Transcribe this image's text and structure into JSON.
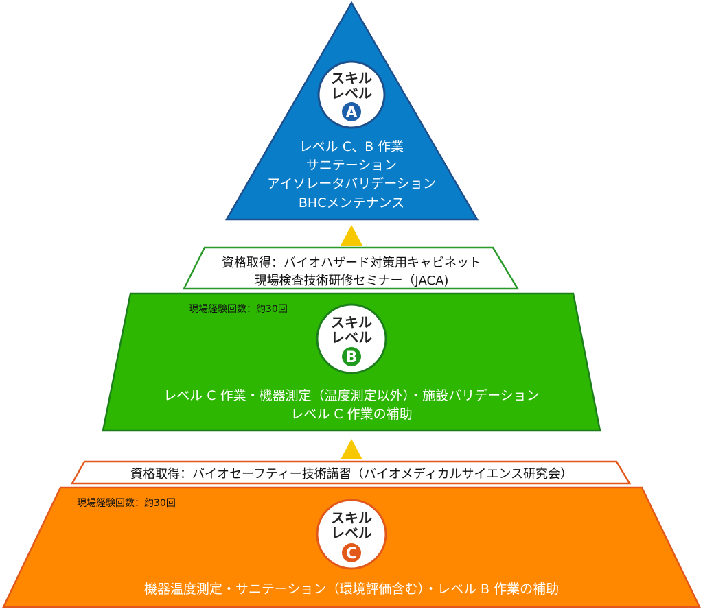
{
  "colors": {
    "level_a": "#0a7dc8",
    "level_b": "#2db700",
    "level_c": "#ff8800",
    "arrow": "#f7c800"
  },
  "skill_label_line1": "スキル",
  "skill_label_line2": "レベル",
  "level_a": {
    "letter": "A",
    "tasks": [
      "レベル C、B 作業",
      "サニテーション",
      "アイソレータバリデーション",
      "BHCメンテナンス"
    ]
  },
  "qualification_b": {
    "lines": [
      "資格取得：バイオハザード対策用キャビネット",
      "現場検査技術研修セミナー（JACA)"
    ]
  },
  "level_b": {
    "experience": "現場経験回数：約30回",
    "letter": "B",
    "tasks": [
      "レベル C 作業・機器測定（温度測定以外）・施設バリデーション",
      "レベル C 作業の補助"
    ]
  },
  "qualification_c": {
    "lines": [
      "資格取得：バイオセーフティー技術講習（バイオメディカルサイエンス研究会）"
    ]
  },
  "level_c": {
    "experience": "現場経験回数：約30回",
    "letter": "C",
    "tasks": [
      "機器温度測定・サニテーション（環境評価含む）・レベル B 作業の補助"
    ]
  }
}
